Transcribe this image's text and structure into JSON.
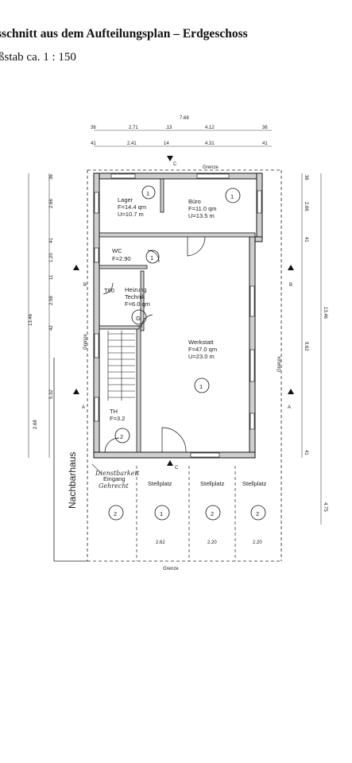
{
  "header": {
    "title": "sschnitt aus dem Aufteilungsplan – Erdgeschoss",
    "scale": "ßstab ca. 1 : 150"
  },
  "plan": {
    "dims_top": {
      "overall": "7.68",
      "row1": [
        "36",
        "2.71",
        ".13",
        "4.12",
        "36"
      ],
      "row2": [
        "41",
        "2.41",
        "14",
        "4.31",
        "41"
      ]
    },
    "dims_left": [
      "36",
      "2.66",
      "41",
      "1.20",
      "11",
      "2.58",
      "13.46",
      "42",
      "5.32",
      "2.68"
    ],
    "dims_right": [
      "36",
      "2.66",
      "41",
      "13.46",
      "9.62",
      "41",
      "4.75"
    ],
    "dims_bottom": [
      "2.62",
      "2.20",
      "2.20"
    ],
    "section_markers": [
      "C",
      "C",
      "B",
      "B",
      "A",
      "A"
    ],
    "boundary_labels": [
      "Grenze",
      "Grenze",
      "Grenze",
      "Grenze"
    ],
    "neighbor": "Nachbarhaus",
    "rooms": {
      "lager": {
        "name": "Lager",
        "area": "F=14.4 qm",
        "perimeter": "U=10.7 m",
        "unit": "1"
      },
      "buero": {
        "name": "Büro",
        "area": "F=11.0 qm",
        "perimeter": "U=13.5 m",
        "unit": "1"
      },
      "wc": {
        "name": "WC",
        "area": "F=2.90",
        "unit": "1"
      },
      "heizung": {
        "name1": "Heizung",
        "name2": "Technik",
        "area": "F=6.0 qm",
        "unit": "G",
        "extra": "T90"
      },
      "werkstatt": {
        "name": "Werkstatt",
        "area": "F=47.0 qm",
        "perimeter": "U=23.0 m",
        "unit": "1"
      },
      "th": {
        "name": "TH",
        "area": "F=3.2",
        "unit": "2"
      },
      "eingang": {
        "name": "Eingang",
        "handwritten1": "Dienstbarkeit",
        "handwritten2": "Gehrecht",
        "unit": "2"
      }
    },
    "parking": [
      {
        "label": "Stellplatz",
        "unit": "1"
      },
      {
        "label": "Stellplatz",
        "unit": "2"
      },
      {
        "label": "Stellplatz",
        "unit": "2"
      }
    ]
  }
}
